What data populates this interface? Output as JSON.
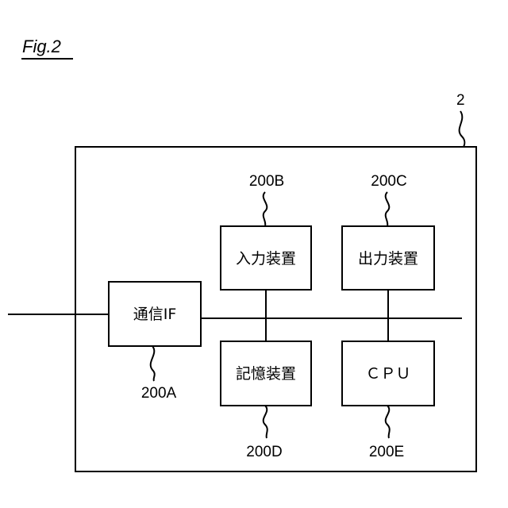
{
  "figure_label": "Fig.2",
  "device_ref": "2",
  "blocks": {
    "comm_if": {
      "label": "通信IF",
      "ref": "200A"
    },
    "input_device": {
      "label": "入力装置",
      "ref": "200B"
    },
    "output_device": {
      "label": "出力装置",
      "ref": "200C"
    },
    "storage_device": {
      "label": "記憶装置",
      "ref": "200D"
    },
    "cpu": {
      "label": "ＣＰＵ",
      "ref": "200E"
    }
  }
}
